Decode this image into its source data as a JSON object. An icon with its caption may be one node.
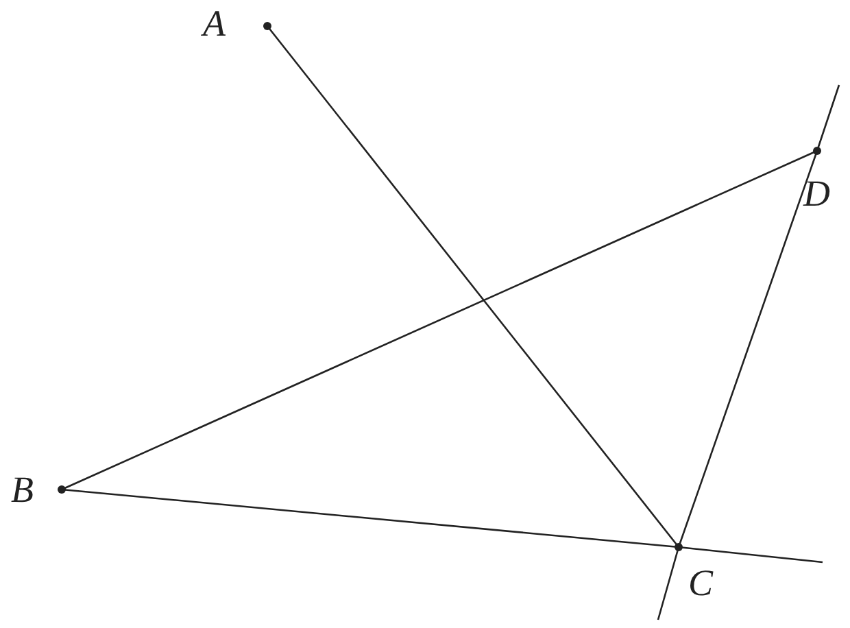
{
  "diagram": {
    "nodes": [
      {
        "text": [
          "A"
        ]
      },
      {
        "text": [
          "B"
        ]
      },
      {
        "text": [
          "C"
        ]
      },
      {
        "text": [
          "D"
        ]
      }
    ],
    "edges": [
      {
        "from": 0,
        "to": 2,
        "arrow": "none"
      },
      {
        "from": 1,
        "to": 3,
        "arrow": "none"
      },
      {
        "from": 1,
        "to": 2,
        "arrow": "none"
      },
      {
        "from": 2,
        "to": 3,
        "arrow": "none"
      }
    ]
  }
}
